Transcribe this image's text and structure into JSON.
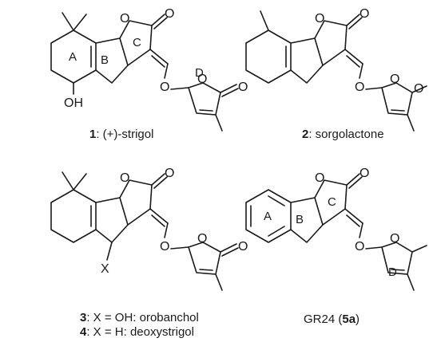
{
  "atoms": {
    "O": "O",
    "OH": "OH",
    "X": "X"
  },
  "rings": {
    "A": "A",
    "B": "B",
    "C": "C",
    "D": "D"
  },
  "compounds": [
    {
      "number": "1",
      "text": ": (+)-strigol"
    },
    {
      "number": "2",
      "text": ": sorgolactone"
    },
    {
      "number": "3",
      "text": ": X = OH: orobanchol"
    },
    {
      "number": "4",
      "text": ": X = H: deoxystrigol"
    },
    {
      "prefix": "GR24 (",
      "number": "5a",
      "suffix": ")"
    }
  ]
}
